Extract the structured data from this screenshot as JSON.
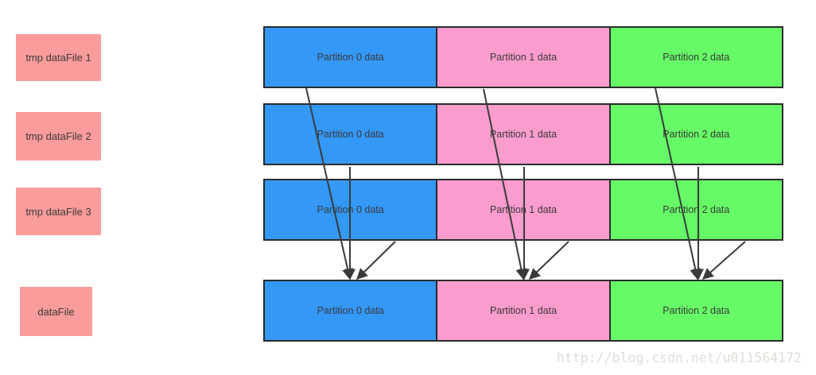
{
  "diagram": {
    "file_boxes": [
      {
        "label": "tmp dataFile 1"
      },
      {
        "label": "tmp dataFile 2"
      },
      {
        "label": "tmp dataFile 3"
      },
      {
        "label": "dataFile"
      }
    ],
    "rows": [
      {
        "source": "tmp dataFile 1",
        "partitions": [
          "Partition 0 data",
          "Partition 1 data",
          "Partition 2 data"
        ]
      },
      {
        "source": "tmp dataFile 2",
        "partitions": [
          "Partition 0 data",
          "Partition 1 data",
          "Partition 2 data"
        ]
      },
      {
        "source": "tmp dataFile 3",
        "partitions": [
          "Partition 0 data",
          "Partition 1 data",
          "Partition 2 data"
        ]
      },
      {
        "source": "dataFile",
        "partitions": [
          "Partition 0 data",
          "Partition 1 data",
          "Partition 2 data"
        ]
      }
    ]
  },
  "watermark": {
    "text": "http://blog.csdn.net/u011564172"
  },
  "colors": {
    "file_box": "#FA9C9C",
    "partition_0": "#3498F7",
    "partition_1": "#FA9CCE",
    "partition_2": "#66FA66",
    "border": "#2B2B2B",
    "text": "#3A3A3A",
    "arrow": "#3A3A3A",
    "watermark": "#DEDED8"
  }
}
